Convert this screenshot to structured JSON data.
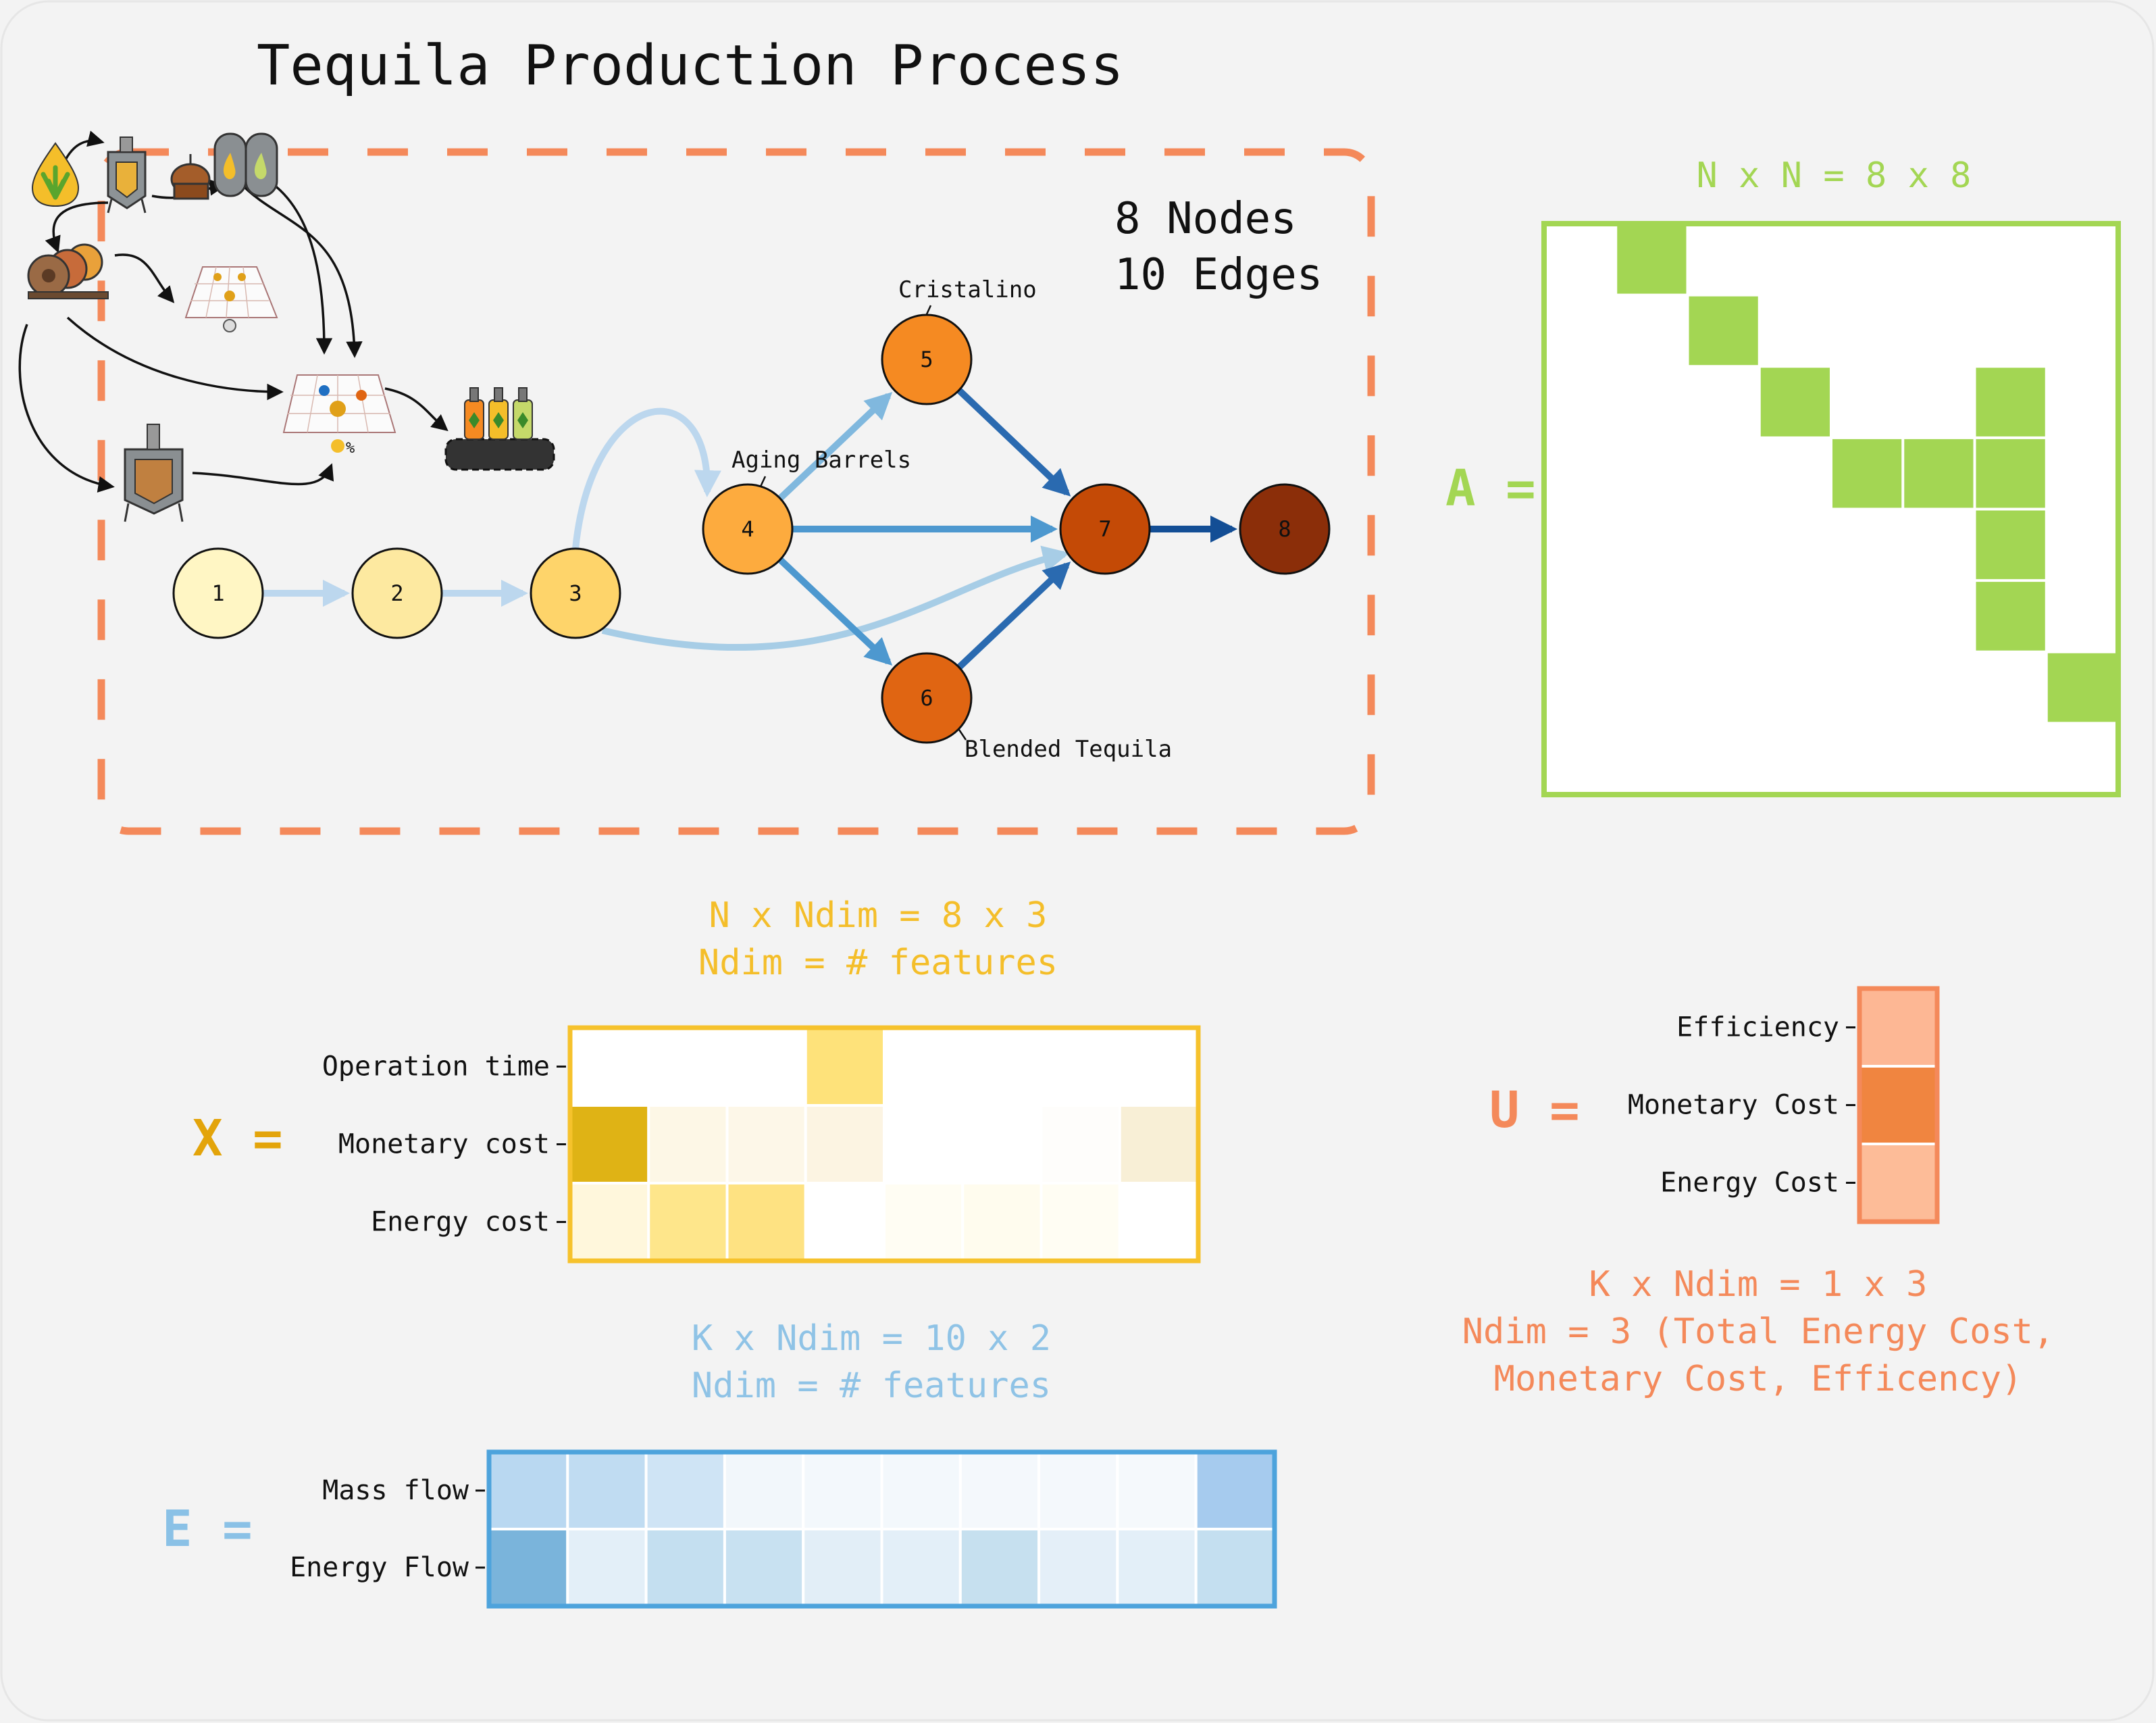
{
  "title": "Tequila Production Process",
  "graph_stats": {
    "nodes": "8 Nodes",
    "edges": "10 Edges"
  },
  "nodes": [
    {
      "id": "1",
      "label": "1",
      "fill": "#fff6c4"
    },
    {
      "id": "2",
      "label": "2",
      "fill": "#fde9a0"
    },
    {
      "id": "3",
      "label": "3",
      "fill": "#fed46a"
    },
    {
      "id": "4",
      "label": "4",
      "fill": "#fdab3e"
    },
    {
      "id": "5",
      "label": "5",
      "fill": "#f58a22"
    },
    {
      "id": "6",
      "label": "6",
      "fill": "#e06512"
    },
    {
      "id": "7",
      "label": "7",
      "fill": "#c44a06"
    },
    {
      "id": "8",
      "label": "8",
      "fill": "#8b2e09"
    }
  ],
  "node_annotations": {
    "n4": "Aging Barrels",
    "n5": "Cristalino",
    "n6": "Blended Tequila"
  },
  "edges": [
    {
      "from": "1",
      "to": "2",
      "color": "#bcd7ee"
    },
    {
      "from": "2",
      "to": "3",
      "color": "#bcd7ee"
    },
    {
      "from": "3",
      "to": "4",
      "color": "#bcd7ee"
    },
    {
      "from": "3",
      "to": "7",
      "color": "#a7cde6"
    },
    {
      "from": "4",
      "to": "5",
      "color": "#80b8de"
    },
    {
      "from": "4",
      "to": "7",
      "color": "#4d98cf"
    },
    {
      "from": "4",
      "to": "6",
      "color": "#4d98cf"
    },
    {
      "from": "5",
      "to": "7",
      "color": "#2a6ab0"
    },
    {
      "from": "6",
      "to": "7",
      "color": "#2a6ab0"
    },
    {
      "from": "7",
      "to": "8",
      "color": "#134e95"
    }
  ],
  "adjacency": {
    "symbol": "A =",
    "dims": "N x N = 8 x 8",
    "color": "#a3d653",
    "matrix": [
      [
        0,
        1,
        0,
        0,
        0,
        0,
        0,
        0
      ],
      [
        0,
        0,
        1,
        0,
        0,
        0,
        0,
        0
      ],
      [
        0,
        0,
        0,
        1,
        0,
        0,
        1,
        0
      ],
      [
        0,
        0,
        0,
        0,
        1,
        1,
        1,
        0
      ],
      [
        0,
        0,
        0,
        0,
        0,
        0,
        1,
        0
      ],
      [
        0,
        0,
        0,
        0,
        0,
        0,
        1,
        0
      ],
      [
        0,
        0,
        0,
        0,
        0,
        0,
        0,
        1
      ],
      [
        0,
        0,
        0,
        0,
        0,
        0,
        0,
        0
      ]
    ]
  },
  "node_features": {
    "symbol": "X =",
    "dims": "N x Ndim = 8 x 3",
    "subtitle": "Ndim = # features",
    "border_color": "#f6c22c",
    "rows": [
      "Operation time",
      "Monetary cost",
      "Energy cost"
    ],
    "cells": [
      [
        "#ffffff",
        "#ffffff",
        "#ffffff",
        "#fee27a",
        "#ffffff",
        "#ffffff",
        "#ffffff",
        "#ffffff"
      ],
      [
        "#dfb315",
        "#fdf7e6",
        "#fdf7e8",
        "#fcf4e2",
        "#ffffff",
        "#ffffff",
        "#fefdfb",
        "#f8efd6"
      ],
      [
        "#fff7dc",
        "#fee68b",
        "#fee282",
        "#ffffff",
        "#fffdf3",
        "#fffcee",
        "#fffdf3",
        "#ffffff"
      ]
    ]
  },
  "edge_features": {
    "symbol": "E =",
    "dims": "K x Ndim =  10 x 2",
    "subtitle": "Ndim = # features",
    "border_color": "#4da3dc",
    "rows": [
      "Mass flow",
      "Energy Flow"
    ],
    "cells": [
      [
        "#b9d8f1",
        "#c0dcf2",
        "#cfe4f5",
        "#f2f7fb",
        "#f3f8fc",
        "#f3f8fc",
        "#f4f8fc",
        "#f4f8fc",
        "#f5f9fc",
        "#a6cbee"
      ],
      [
        "#7ab4db",
        "#e3eff8",
        "#c4dff0",
        "#c8e1f1",
        "#e2eef7",
        "#e3eff8",
        "#c6e0ef",
        "#e4eff8",
        "#e3eff8",
        "#c4dff0"
      ]
    ]
  },
  "global_features": {
    "symbol": "U =",
    "dims": "K x Ndim =  1 x 3",
    "subtitle1": "Ndim = 3 (Total Energy Cost,",
    "subtitle2": "Monetary Cost, Efficency)",
    "border_color": "#f4895a",
    "rows": [
      "Efficiency",
      "Monetary Cost",
      "Energy Cost"
    ],
    "cells": [
      "#fdb794",
      "#f08540",
      "#fdbc98"
    ]
  },
  "colors": {
    "frame": "#f4895a",
    "x_text": "#f4be2a",
    "x_symbol": "#e3a40a",
    "e_text": "#8fc3e6",
    "e_symbol": "#8ac1e6",
    "u_text": "#f4895a"
  }
}
